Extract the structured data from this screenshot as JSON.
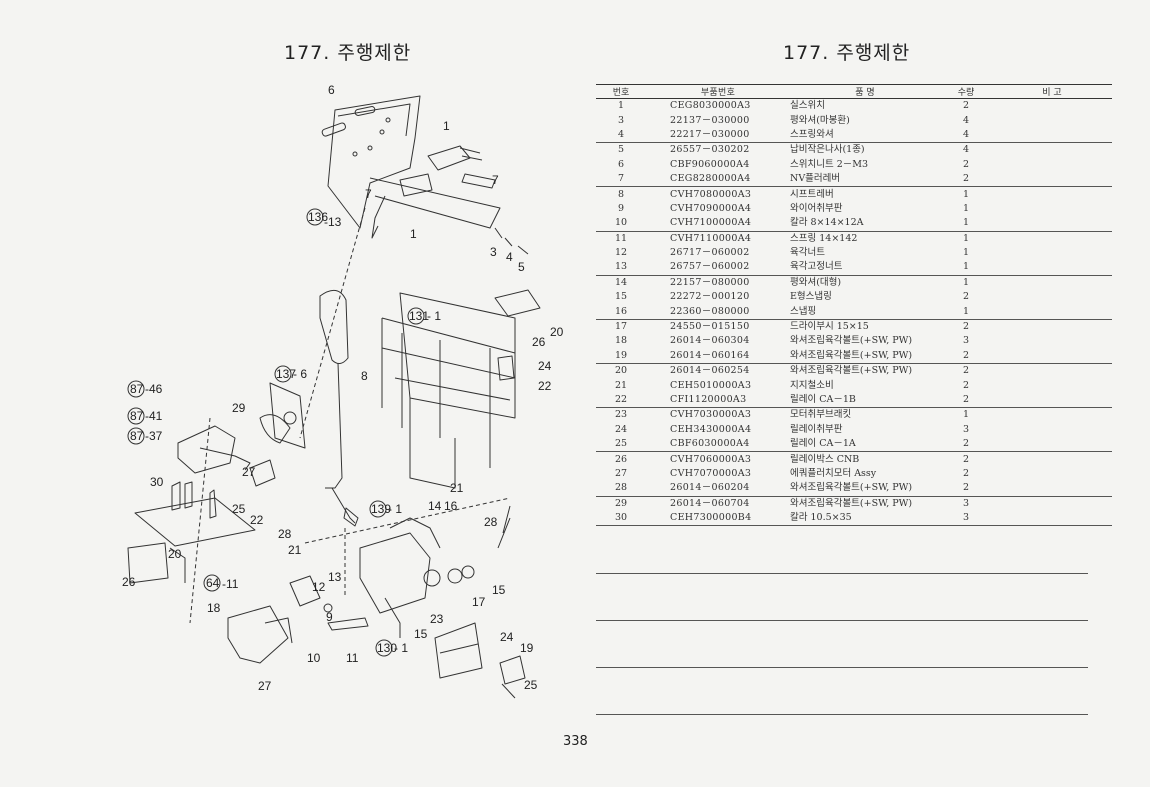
{
  "left_title": "177. 주행제한",
  "right_title": "177. 주행제한",
  "table": {
    "headers": {
      "no": "번호",
      "part_no": "부품번호",
      "name": "품    명",
      "qty": "수량",
      "remark": "비  고"
    },
    "rows": [
      {
        "no": "1",
        "part_no": "CEG8030000A3",
        "name": "실스위치",
        "qty": "2",
        "remark": ""
      },
      {
        "no": "3",
        "part_no": "22137－030000",
        "name": "평와셔(마봉환)",
        "qty": "4",
        "remark": ""
      },
      {
        "no": "4",
        "part_no": "22217－030000",
        "name": "스프링와셔",
        "qty": "4",
        "remark": ""
      },
      {
        "no": "5",
        "part_no": "26557－030202",
        "name": "납비작은나사(1종)",
        "qty": "4",
        "remark": ""
      },
      {
        "no": "6",
        "part_no": "CBF9060000A4",
        "name": "스위치니트 2－M3",
        "qty": "2",
        "remark": ""
      },
      {
        "no": "7",
        "part_no": "CEG8280000A4",
        "name": "NV플러레버",
        "qty": "2",
        "remark": ""
      },
      {
        "no": "8",
        "part_no": "CVH7080000A3",
        "name": "시프트레버",
        "qty": "1",
        "remark": ""
      },
      {
        "no": "9",
        "part_no": "CVH7090000A4",
        "name": "와이어취부판",
        "qty": "1",
        "remark": ""
      },
      {
        "no": "10",
        "part_no": "CVH7100000A4",
        "name": "칼라 8×14×12A",
        "qty": "1",
        "remark": ""
      },
      {
        "no": "11",
        "part_no": "CVH7110000A4",
        "name": "스프링 14×142",
        "qty": "1",
        "remark": ""
      },
      {
        "no": "12",
        "part_no": "26717－060002",
        "name": "육각너트",
        "qty": "1",
        "remark": ""
      },
      {
        "no": "13",
        "part_no": "26757－060002",
        "name": "육각고정너트",
        "qty": "1",
        "remark": ""
      },
      {
        "no": "14",
        "part_no": "22157－080000",
        "name": "평와셔(대형)",
        "qty": "1",
        "remark": ""
      },
      {
        "no": "15",
        "part_no": "22272－000120",
        "name": "E형스냅링",
        "qty": "2",
        "remark": ""
      },
      {
        "no": "16",
        "part_no": "22360－080000",
        "name": "스냅핑",
        "qty": "1",
        "remark": ""
      },
      {
        "no": "17",
        "part_no": "24550－015150",
        "name": "드라이부시 15×15",
        "qty": "2",
        "remark": ""
      },
      {
        "no": "18",
        "part_no": "26014－060304",
        "name": "와셔조립육각볼트(+SW, PW)",
        "qty": "3",
        "remark": ""
      },
      {
        "no": "19",
        "part_no": "26014－060164",
        "name": "와셔조립육각볼트(+SW, PW)",
        "qty": "2",
        "remark": ""
      },
      {
        "no": "20",
        "part_no": "26014－060254",
        "name": "와셔조립육각볼트(+SW, PW)",
        "qty": "2",
        "remark": ""
      },
      {
        "no": "21",
        "part_no": "CEH5010000A3",
        "name": "지지철소비",
        "qty": "2",
        "remark": ""
      },
      {
        "no": "22",
        "part_no": "CFI1120000A3",
        "name": "릴레이 CA－1B",
        "qty": "2",
        "remark": ""
      },
      {
        "no": "23",
        "part_no": "CVH7030000A3",
        "name": "모터취부브래킷",
        "qty": "1",
        "remark": ""
      },
      {
        "no": "24",
        "part_no": "CEH3430000A4",
        "name": "릴레이취부판",
        "qty": "3",
        "remark": ""
      },
      {
        "no": "25",
        "part_no": "CBF6030000A4",
        "name": "릴레이 CA－1A",
        "qty": "2",
        "remark": ""
      },
      {
        "no": "26",
        "part_no": "CVH7060000A3",
        "name": "릴레이박스 CNB",
        "qty": "2",
        "remark": ""
      },
      {
        "no": "27",
        "part_no": "CVH7070000A3",
        "name": "에쿼플러치모터 Assy",
        "qty": "2",
        "remark": ""
      },
      {
        "no": "28",
        "part_no": "26014－060204",
        "name": "와셔조립육각볼트(+SW, PW)",
        "qty": "2",
        "remark": ""
      },
      {
        "no": "29",
        "part_no": "26014－060704",
        "name": "와셔조립육각볼트(+SW, PW)",
        "qty": "3",
        "remark": ""
      },
      {
        "no": "30",
        "part_no": "CEH7300000B4",
        "name": "칼라 10.5×35",
        "qty": "3",
        "remark": ""
      }
    ]
  },
  "diagram": {
    "callouts": [
      "6",
      "1",
      "7",
      "7",
      "136",
      "-13",
      "1",
      "3",
      "4",
      "5",
      "131",
      "- 1",
      "26",
      "20",
      "24",
      "22",
      "8",
      "137",
      "- 6",
      "87",
      "-46",
      "87",
      "-41",
      "87",
      "-37",
      "29",
      "27",
      "30",
      "25",
      "22",
      "28",
      "21",
      "20",
      "26",
      "64",
      "-11",
      "21",
      "139",
      "- 1",
      "14",
      "16",
      "28",
      "12",
      "13",
      "9",
      "18",
      "17",
      "15",
      "23",
      "15",
      "10",
      "11",
      "27",
      "130",
      "- 1",
      "24",
      "19",
      "25"
    ]
  },
  "page_number": "338"
}
